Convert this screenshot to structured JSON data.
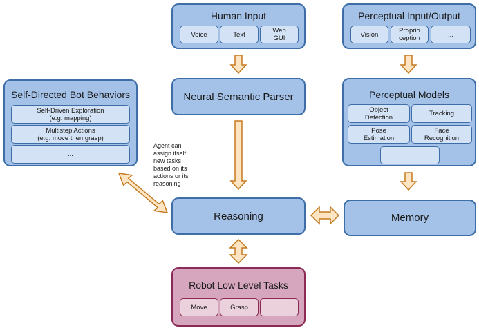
{
  "human_input": {
    "title": "Human Input",
    "items": [
      "Voice",
      "Text",
      "Web\nGUI"
    ]
  },
  "perceptual_io": {
    "title": "Perceptual Input/Output",
    "items": [
      "Vision",
      "Proprio\nception",
      "..."
    ]
  },
  "self_directed": {
    "title": "Self-Directed Bot Behaviors",
    "items": [
      "Self-Driven Exploration\n(e.g. mapping)",
      "Multistep Actions\n(e.g. move then grasp)",
      "..."
    ]
  },
  "neural_parser": {
    "title": "Neural Semantic Parser"
  },
  "perceptual_models": {
    "title": "Perceptual Models",
    "items": [
      "Object\nDetection",
      "Tracking",
      "Pose\nEstimation",
      "Face\nRecognition",
      "..."
    ]
  },
  "agent_note": "Agent can\nassign itself\nnew tasks\nbased on its\nactions or its\nreasoning",
  "reasoning": {
    "title": "Reasoning"
  },
  "memory": {
    "title": "Memory"
  },
  "robot_tasks": {
    "title": "Robot Low Level Tasks",
    "items": [
      "Move",
      "Grasp",
      "..."
    ]
  },
  "colors": {
    "box_fill": "#a4c2e8",
    "box_border": "#3d6ea8",
    "robot_fill": "#d5a6bd",
    "robot_border": "#8b2a55",
    "arrow_fill": "#fde5c3",
    "arrow_border": "#c57a20"
  }
}
